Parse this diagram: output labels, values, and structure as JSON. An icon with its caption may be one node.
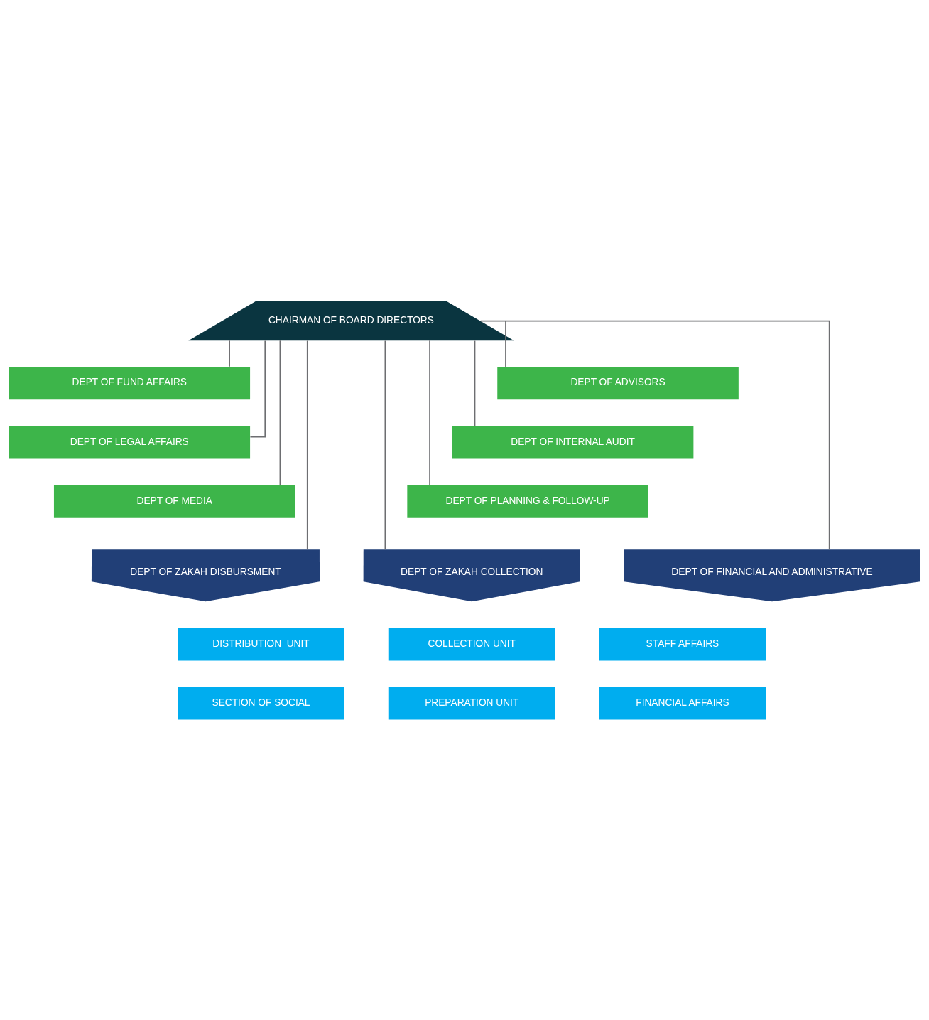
{
  "diagram": {
    "nodes": [
      {
        "text": [
          "CHAIRMAN OF BOARD DIRECTORS"
        ]
      },
      {
        "text": [
          "DEPT OF FUND AFFAIRS"
        ]
      },
      {
        "text": [
          "DEPT OF ADVISORS"
        ]
      },
      {
        "text": [
          "DEPT OF LEGAL AFFAIRS"
        ]
      },
      {
        "text": [
          "DEPT OF INTERNAL AUDIT"
        ]
      },
      {
        "text": [
          "DEPT OF MEDIA"
        ]
      },
      {
        "text": [
          "DEPT OF PLANNING & FOLLOW-UP"
        ]
      },
      {
        "text": [
          "DEPT OF ZAKAH DISBURSMENT"
        ]
      },
      {
        "text": [
          "DEPT OF ZAKAH COLLECTION"
        ]
      },
      {
        "text": [
          "DEPT OF FINANCIAL AND ADMINISTRATIVE"
        ]
      },
      {
        "text": [
          "DISTRIBUTION  UNIT"
        ]
      },
      {
        "text": [
          "COLLECTION UNIT"
        ]
      },
      {
        "text": [
          "STAFF AFFAIRS"
        ]
      },
      {
        "text": [
          "SECTION OF SOCIAL"
        ]
      },
      {
        "text": [
          "PREPARATION UNIT"
        ]
      },
      {
        "text": [
          "FINANCIAL AFFAIRS"
        ]
      }
    ],
    "edges": [
      {
        "from": 0,
        "to": 1,
        "arrow": "none"
      },
      {
        "from": 0,
        "to": 2,
        "arrow": "none"
      },
      {
        "from": 0,
        "to": 3,
        "arrow": "none"
      },
      {
        "from": 0,
        "to": 4,
        "arrow": "none"
      },
      {
        "from": 0,
        "to": 5,
        "arrow": "none"
      },
      {
        "from": 0,
        "to": 6,
        "arrow": "none"
      },
      {
        "from": 0,
        "to": 7,
        "arrow": "none"
      },
      {
        "from": 0,
        "to": 8,
        "arrow": "none"
      },
      {
        "from": 0,
        "to": 9,
        "arrow": "none"
      }
    ]
  }
}
